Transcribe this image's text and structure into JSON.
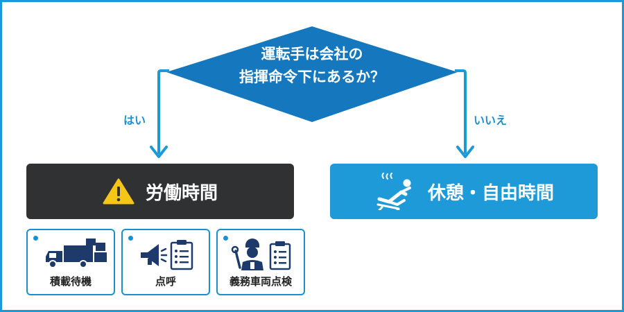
{
  "question": {
    "line1": "運転手は会社の",
    "line2": "指揮命令下にあるか？"
  },
  "branches": {
    "yes_label": "はい",
    "no_label": "いいえ"
  },
  "outcomes": {
    "work": {
      "title": "労働時間",
      "icon": "warning-icon"
    },
    "rest": {
      "title": "休憩・自由時間",
      "icon": "reclining-person-icon"
    }
  },
  "examples": [
    {
      "label": "積載待機",
      "icon": "delivery-truck-icon"
    },
    {
      "label": "点呼",
      "icon": "megaphone-checklist-icon"
    },
    {
      "label": "義務車両点検",
      "icon": "mechanic-checklist-icon"
    }
  ],
  "colors": {
    "accent": "#1a9ad6",
    "work_box": "#2f3133",
    "rest_box": "#1e9ad8",
    "warning": "#f5c518"
  }
}
